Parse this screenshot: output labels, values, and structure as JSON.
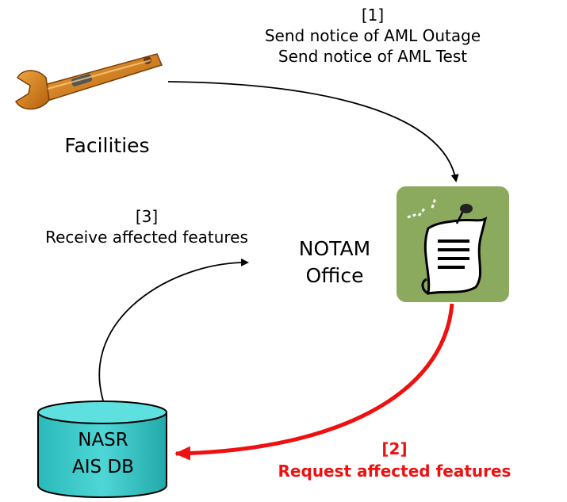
{
  "step1": {
    "number": "[1]",
    "line1": "Send notice of AML Outage",
    "line2": "Send notice of AML Test"
  },
  "step2": {
    "number": "[2]",
    "line1": "Request affected features"
  },
  "step3": {
    "number": "[3]",
    "line1": "Receive affected features"
  },
  "facilities": {
    "label": "Facilities",
    "icon": "wrench-icon"
  },
  "notam_office": {
    "line1": "NOTAM",
    "line2": "Office",
    "icon": "notice-note-icon"
  },
  "database": {
    "line1": "NASR",
    "line2": "AIS DB",
    "icon": "database-cylinder-icon"
  },
  "colors": {
    "request_arrow": "#ee1111",
    "notam_tile": "#8caa5e",
    "db_fill": "#33c9c9"
  }
}
